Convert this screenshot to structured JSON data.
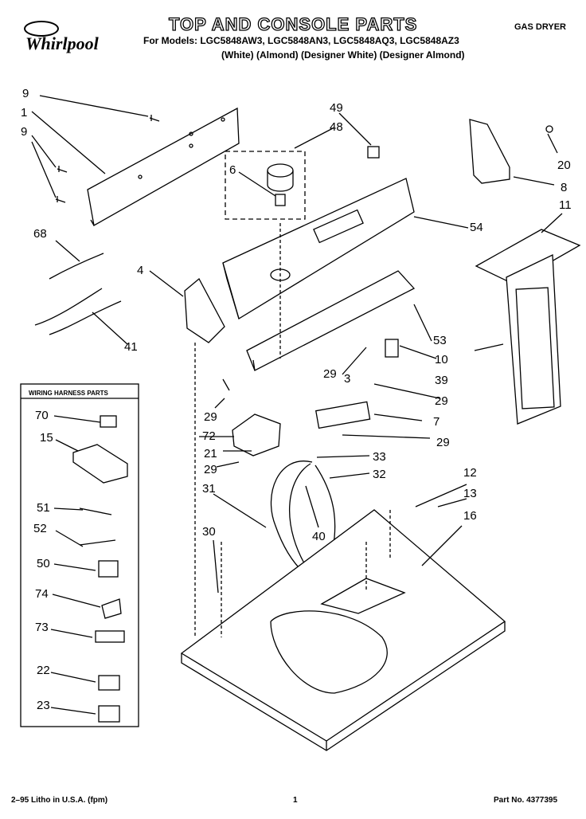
{
  "header": {
    "brand": "Whirlpool",
    "title": "TOP AND CONSOLE PARTS",
    "models": "For Models: LGC5848AW3, LGC5848AN3, LGC5848AQ3, LGC5848AZ3",
    "colors": "(White) (Almond) (Designer White) (Designer Almond)",
    "product": "GAS DRYER"
  },
  "wiring_harness_box": {
    "title": "WIRING HARNESS PARTS",
    "parts": [
      "70",
      "15",
      "51",
      "52",
      "50",
      "74",
      "73",
      "22",
      "23"
    ]
  },
  "callouts": [
    "9",
    "1",
    "9",
    "68",
    "4",
    "41",
    "49",
    "48",
    "6",
    "54",
    "53",
    "10",
    "39",
    "3",
    "29",
    "29",
    "29",
    "7",
    "29",
    "72",
    "21",
    "33",
    "32",
    "31",
    "40",
    "12",
    "13",
    "16",
    "30",
    "20",
    "8",
    "11",
    "29"
  ],
  "footer": {
    "left": "2–95 Litho in U.S.A. (fpm)",
    "page_number": "1",
    "part_number": "Part No. 4377395"
  }
}
